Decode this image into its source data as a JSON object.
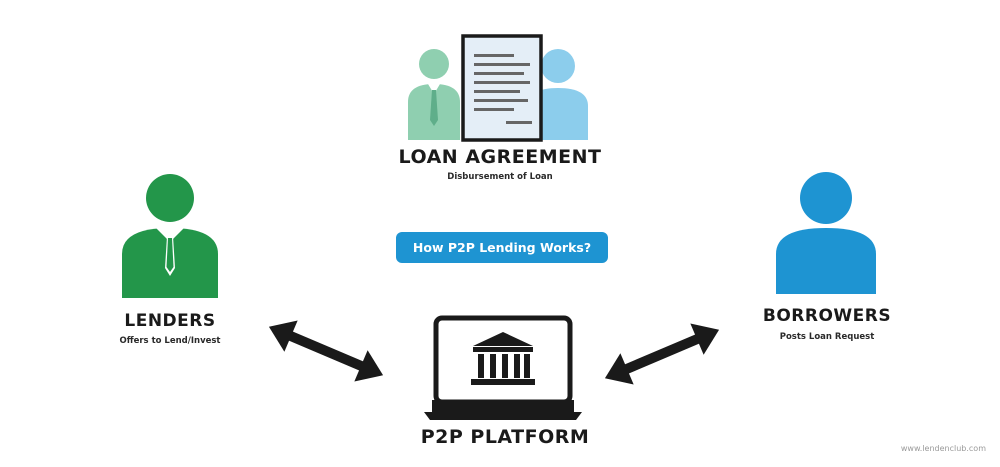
{
  "colors": {
    "lender_green": "#23964a",
    "agreement_green": "#8fcfb0",
    "agreement_blue": "#8ccdec",
    "borrower_blue": "#1e94d2",
    "document_fill": "#e4eef7",
    "document_lines": "#666666",
    "dark": "#1a1a1a"
  },
  "loan_agreement": {
    "title": "LOAN AGREEMENT",
    "subtitle": "Disbursement of Loan",
    "icons": [
      "person-icon",
      "person-icon",
      "document-icon"
    ]
  },
  "lenders": {
    "title": "LENDERS",
    "subtitle": "Offers to Lend/Invest",
    "icon": "businessman-icon"
  },
  "borrowers": {
    "title": "BORROWERS",
    "subtitle": "Posts Loan Request",
    "icon": "person-icon"
  },
  "center_badge": {
    "label": "How P2P Lending Works?"
  },
  "platform": {
    "title": "P2P PLATFORM",
    "icon": "laptop-bank-icon"
  },
  "arrows": [
    {
      "name": "lenders-platform-arrow",
      "direction": "bidirectional"
    },
    {
      "name": "borrowers-platform-arrow",
      "direction": "bidirectional"
    }
  ],
  "watermark": "www.lendenclub.com"
}
